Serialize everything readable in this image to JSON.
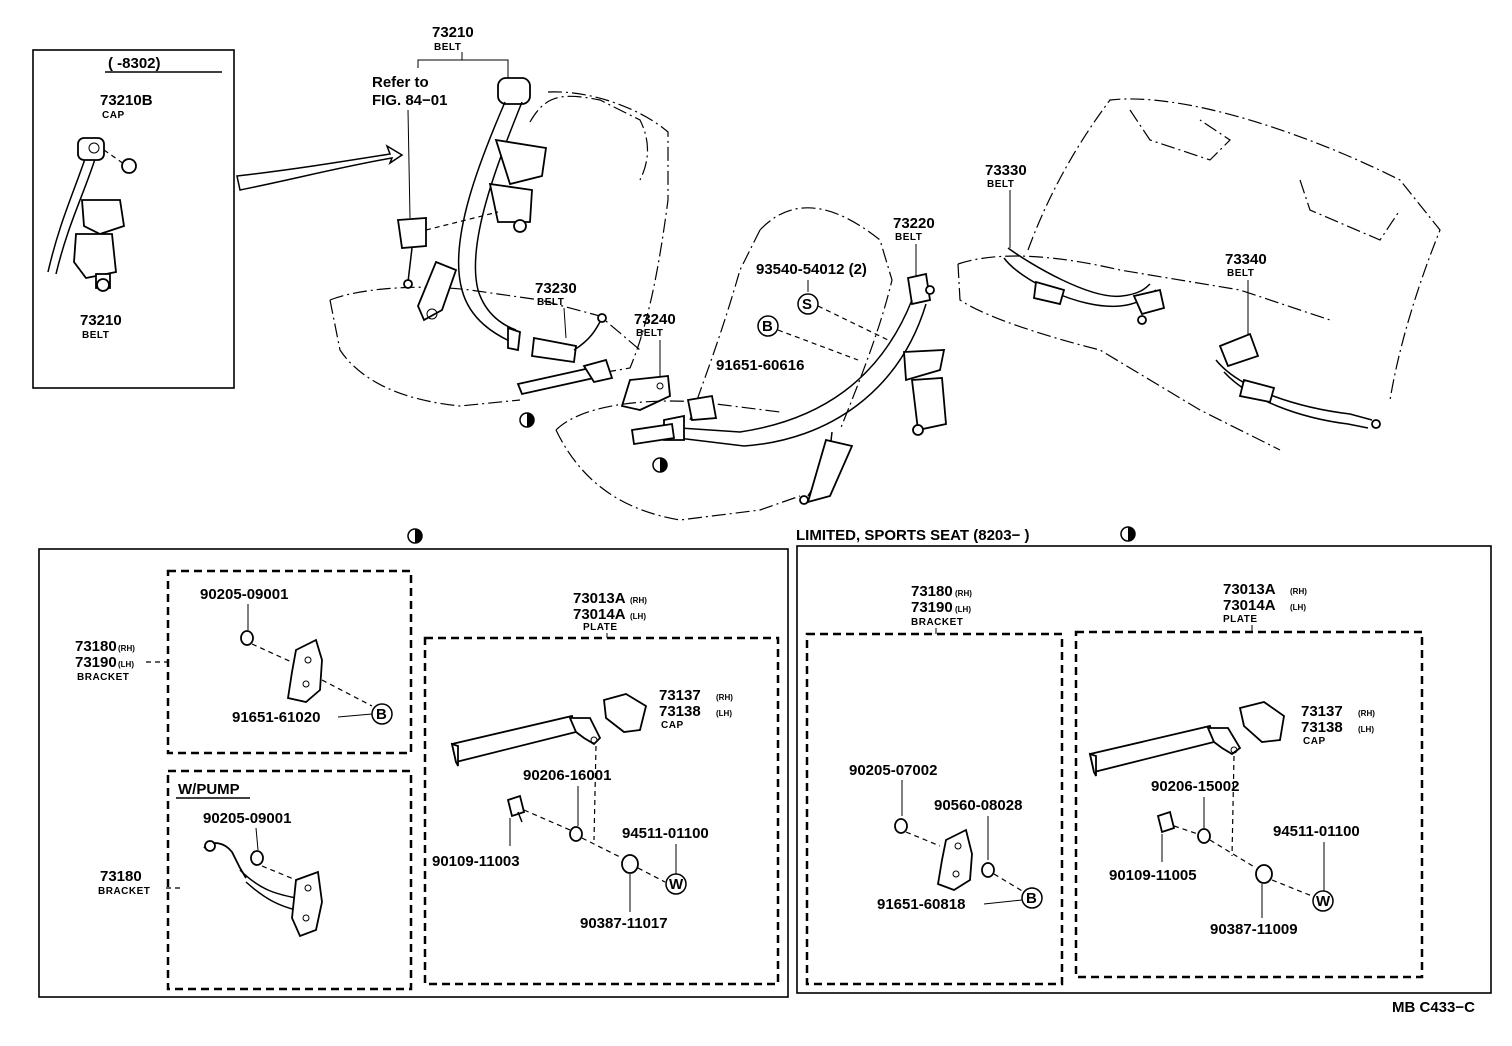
{
  "inset": {
    "range": "(      -8302)",
    "cap_part": "73210B",
    "cap_name": "CAP",
    "belt_part": "73210",
    "belt_name": "BELT"
  },
  "front": {
    "belt_part": "73210",
    "belt_name": "BELT",
    "refer_line1": "Refer to",
    "refer_line2": "FIG. 84−01",
    "b73230_part": "73230",
    "b73230_name": "BELT",
    "b73240_part": "73240",
    "b73240_name": "BELT",
    "screw_part": "93540-54012 (2)",
    "screw_marker": "S",
    "bolt_marker": "B",
    "bolt_part": "91651-60616",
    "b73220_part": "73220",
    "b73220_name": "BELT"
  },
  "rear": {
    "b73330_part": "73330",
    "b73330_name": "BELT",
    "b73340_part": "73340",
    "b73340_name": "BELT"
  },
  "left_panel": {
    "bracket_part_rh": "73180",
    "bracket_suffix_rh": "(RH)",
    "bracket_part_lh": "73190",
    "bracket_suffix_lh": "(LH)",
    "bracket_name": "BRACKET",
    "washer_part": "90205-09001",
    "bolt_part": "91651-61020",
    "bolt_marker": "B",
    "wpump_title": "W/PUMP",
    "wpump_washer_part": "90205-09001",
    "wpump_bracket_part": "73180",
    "wpump_bracket_name": "BRACKET",
    "plate_part_rh": "73013A",
    "plate_suffix_rh": "(RH)",
    "plate_part_lh": "73014A",
    "plate_suffix_lh": "(LH)",
    "plate_name": "PLATE",
    "cap_part_rh": "73137",
    "cap_suffix_rh": "(RH)",
    "cap_part_lh": "73138",
    "cap_suffix_lh": "(LH)",
    "cap_name": "CAP",
    "p90206": "90206-16001",
    "p90109": "90109-11003",
    "p94511": "94511-01100",
    "p90387": "90387-11017",
    "w_marker": "W"
  },
  "right_panel": {
    "heading": "LIMITED, SPORTS SEAT (8203−          )",
    "bracket_part_rh": "73180",
    "bracket_suffix_rh": "(RH)",
    "bracket_part_lh": "73190",
    "bracket_suffix_lh": "(LH)",
    "bracket_name": "BRACKET",
    "p90205": "90205-07002",
    "p90560": "90560-08028",
    "bolt_part": "91651-60818",
    "bolt_marker": "B",
    "plate_part_rh": "73013A",
    "plate_suffix_rh": "(RH)",
    "plate_part_lh": "73014A",
    "plate_suffix_lh": "(LH)",
    "plate_name": "PLATE",
    "cap_part_rh": "73137",
    "cap_suffix_rh": "(RH)",
    "cap_part_lh": "73138",
    "cap_suffix_lh": "(LH)",
    "cap_name": "CAP",
    "p90206": "90206-15002",
    "p90109": "90109-11005",
    "p94511": "94511-01100",
    "p90387": "90387-11009",
    "w_marker": "W"
  },
  "footer": {
    "code": "MB C433−C"
  }
}
